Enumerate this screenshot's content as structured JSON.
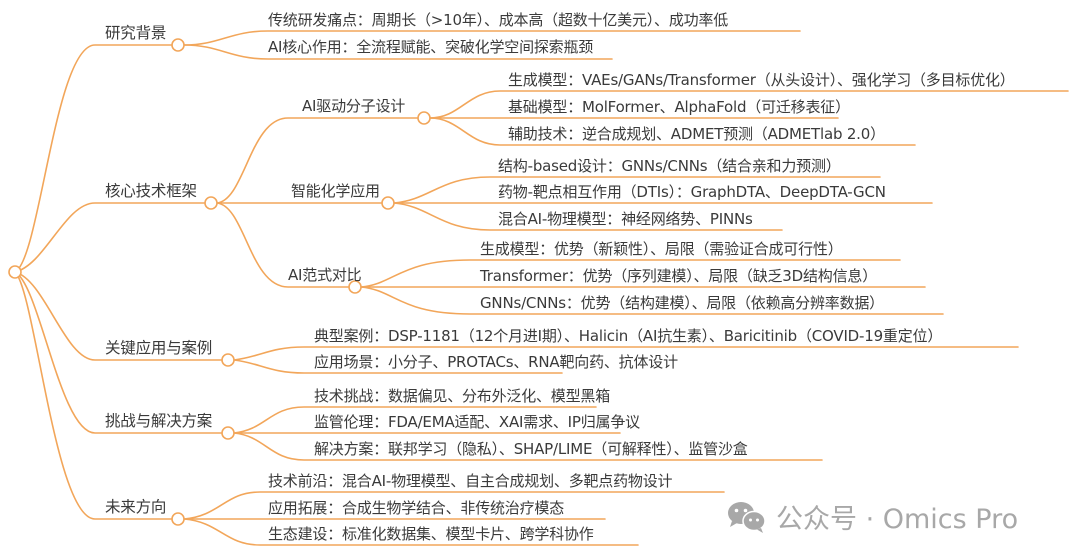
{
  "mindmap": {
    "colors": {
      "branch": "#f2a65a",
      "text": "#3a3a3a",
      "watermark": "#a8a8a8",
      "node_fill": "#ffffff"
    },
    "root": {
      "label": ""
    },
    "branches": [
      {
        "label": "研究背景",
        "children": [
          {
            "label": "传统研发痛点：周期长（>10年）、成本高（超数十亿美元）、成功率低"
          },
          {
            "label": "AI核心作用：全流程赋能、突破化学空间探索瓶颈"
          }
        ]
      },
      {
        "label": "核心技术框架",
        "children": [
          {
            "label": "AI驱动分子设计",
            "children": [
              {
                "label": "生成模型：VAEs/GANs/Transformer（从头设计）、强化学习（多目标优化）"
              },
              {
                "label": "基础模型：MolFormer、AlphaFold（可迁移表征）"
              },
              {
                "label": "辅助技术：逆合成规划、ADMET预测（ADMETlab 2.0）"
              }
            ]
          },
          {
            "label": "智能化学应用",
            "children": [
              {
                "label": "结构-based设计：GNNs/CNNs（结合亲和力预测）"
              },
              {
                "label": "药物-靶点相互作用（DTIs）：GraphDTA、DeepDTA-GCN"
              },
              {
                "label": "混合AI-物理模型：神经网络势、PINNs"
              }
            ]
          },
          {
            "label": "AI范式对比",
            "children": [
              {
                "label": "生成模型：优势（新颖性）、局限（需验证合成可行性）"
              },
              {
                "label": "Transformer：优势（序列建模）、局限（缺乏3D结构信息）"
              },
              {
                "label": "GNNs/CNNs：优势（结构建模）、局限（依赖高分辨率数据）"
              }
            ]
          }
        ]
      },
      {
        "label": "关键应用与案例",
        "children": [
          {
            "label": "典型案例：DSP-1181（12个月进I期）、Halicin（AI抗生素）、Baricitinib（COVID-19重定位）"
          },
          {
            "label": "应用场景：小分子、PROTACs、RNA靶向药、抗体设计"
          }
        ]
      },
      {
        "label": "挑战与解决方案",
        "children": [
          {
            "label": "技术挑战：数据偏见、分布外泛化、模型黑箱"
          },
          {
            "label": "监管伦理：FDA/EMA适配、XAI需求、IP归属争议"
          },
          {
            "label": "解决方案：联邦学习（隐私）、SHAP/LIME（可解释性）、监管沙盒"
          }
        ]
      },
      {
        "label": "未来方向",
        "children": [
          {
            "label": "技术前沿：混合AI-物理模型、自主合成规划、多靶点药物设计"
          },
          {
            "label": "应用拓展：合成生物学结合、非传统治疗模态"
          },
          {
            "label": "生态建设：标准化数据集、模型卡片、跨学科协作"
          }
        ]
      }
    ]
  },
  "watermark": {
    "icon": "wechat-icon",
    "text": "公众号 · Omics Pro"
  }
}
